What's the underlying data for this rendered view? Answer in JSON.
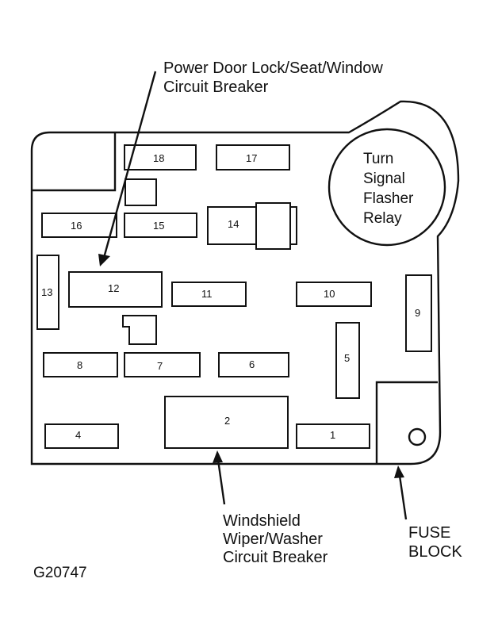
{
  "callouts": {
    "top_line1": "Power Door Lock/Seat/Window",
    "top_line2": "Circuit Breaker",
    "bottom_line1": "Windshield",
    "bottom_line2": "Wiper/Washer",
    "bottom_line3": "Circuit Breaker",
    "block_line1": "FUSE",
    "block_line2": "BLOCK"
  },
  "relay": {
    "line1": "Turn",
    "line2": "Signal",
    "line3": "Flasher",
    "line4": "Relay"
  },
  "fuses": {
    "f1": "1",
    "f2": "2",
    "f4": "4",
    "f5": "5",
    "f6": "6",
    "f7": "7",
    "f8": "8",
    "f9": "9",
    "f10": "10",
    "f11": "11",
    "f12": "12",
    "f13": "13",
    "f14": "14",
    "f15": "15",
    "f16": "16",
    "f17": "17",
    "f18": "18"
  },
  "figure_id": "G20747"
}
